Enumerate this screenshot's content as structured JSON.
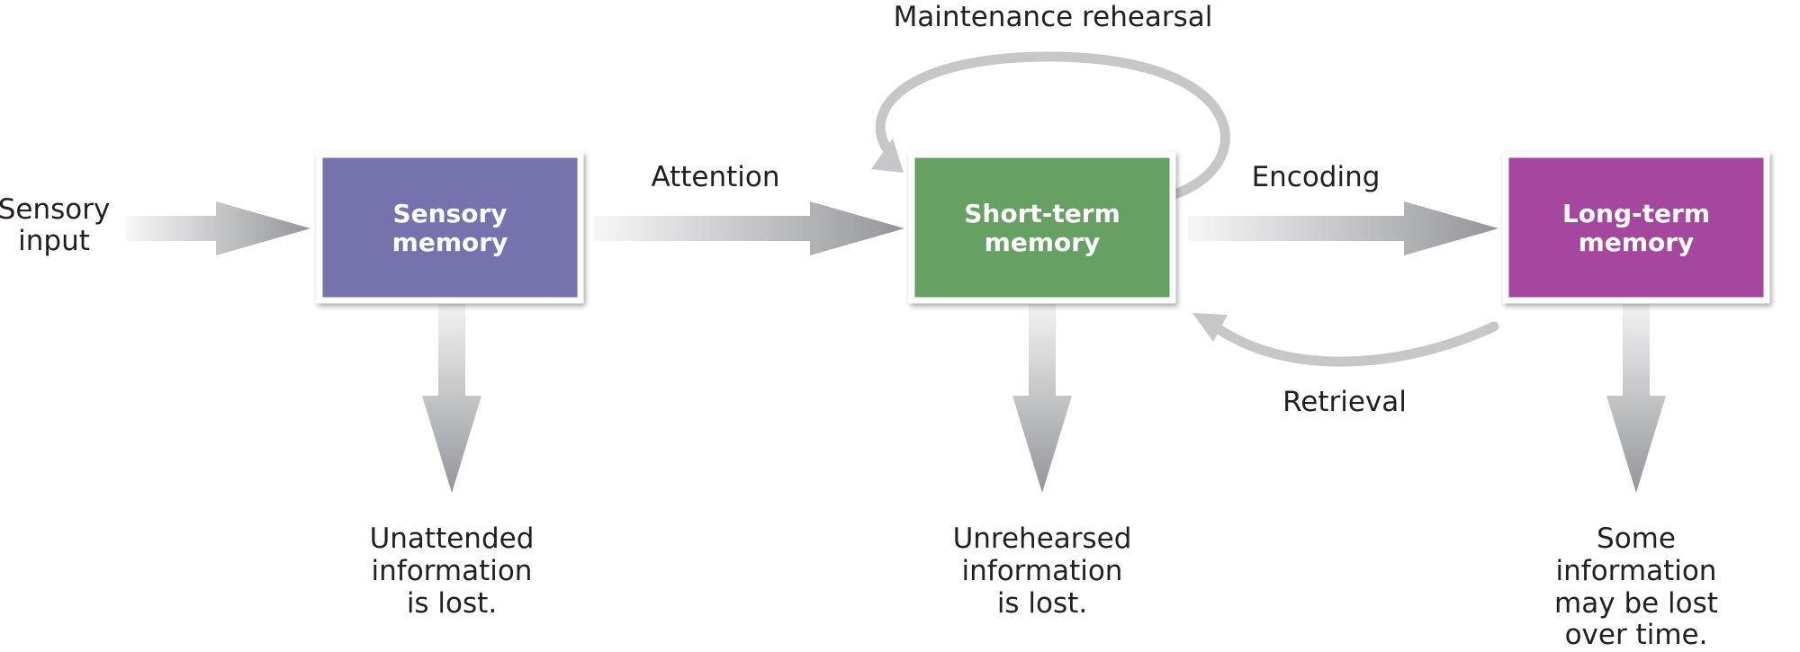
{
  "boxes": {
    "sensory": {
      "line1": "Sensory",
      "line2": "memory",
      "color": "#7572ad"
    },
    "short_term": {
      "line1": "Short-term",
      "line2": "memory",
      "color": "#66a063"
    },
    "long_term": {
      "line1": "Long-term",
      "line2": "memory",
      "color": "#a5479f"
    }
  },
  "labels": {
    "sensory_input": {
      "line1": "Sensory",
      "line2": "input"
    },
    "attention": "Attention",
    "encoding": "Encoding",
    "maintenance_rehearsal": "Maintenance rehearsal",
    "retrieval": "Retrieval"
  },
  "losses": {
    "sensory": {
      "line1": "Unattended",
      "line2": "information",
      "line3": "is lost."
    },
    "short_term": {
      "line1": "Unrehearsed",
      "line2": "information",
      "line3": "is lost."
    },
    "long_term": {
      "line1": "Some",
      "line2": "information",
      "line3": "may be lost",
      "line4": "over time."
    }
  },
  "colors": {
    "arrow_light": "#f4f4f5",
    "arrow_dark": "#939598"
  }
}
